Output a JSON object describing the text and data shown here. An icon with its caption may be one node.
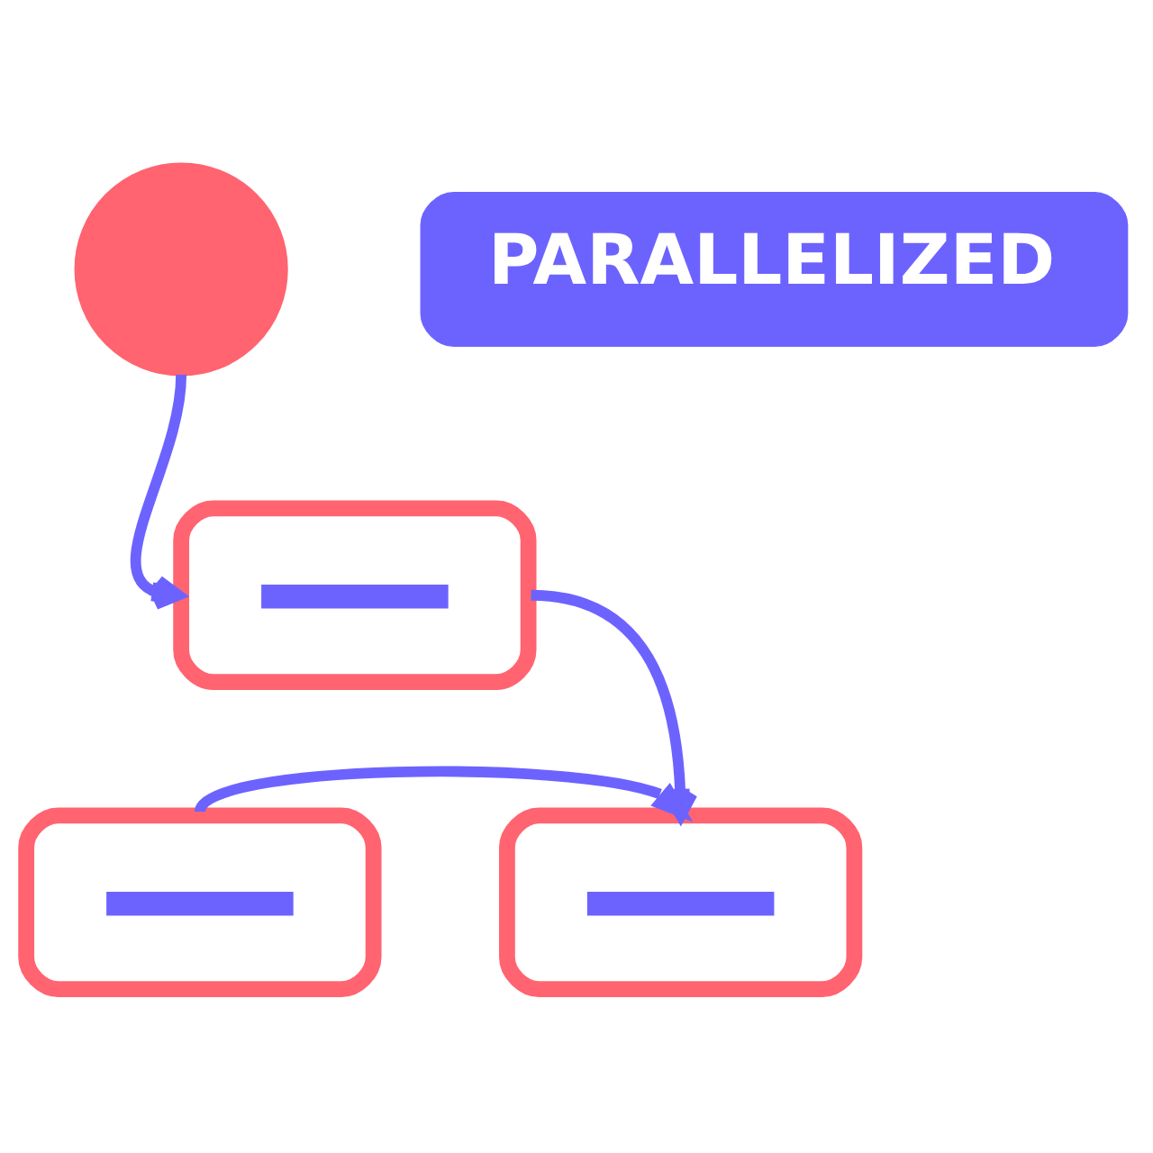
{
  "diagram": {
    "nodes": [
      {
        "text": [],
        "shape": "circle"
      },
      {
        "text": [
          "PARALLELIZED"
        ]
      },
      {
        "text": [],
        "shape": "box"
      },
      {
        "text": [],
        "shape": "box"
      },
      {
        "text": [],
        "shape": "box"
      }
    ],
    "edges": [
      {
        "from": 0,
        "to": 2,
        "arrow": "to"
      },
      {
        "from": 2,
        "to": 4,
        "arrow": "to"
      },
      {
        "from": 3,
        "to": 4,
        "arrow": "to"
      }
    ]
  }
}
